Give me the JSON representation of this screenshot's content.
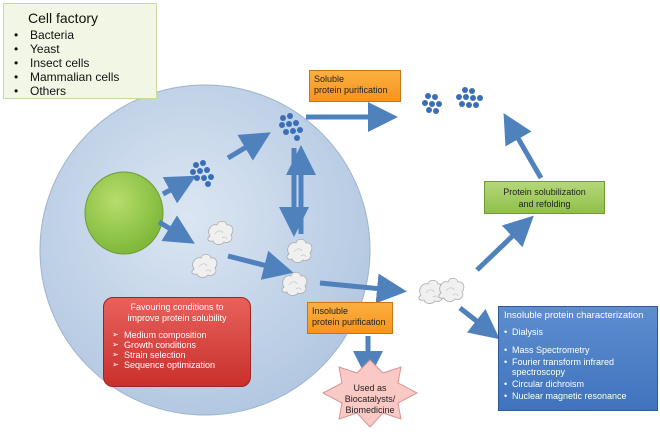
{
  "cell_factory": {
    "title": "Cell factory",
    "items": [
      "Bacteria",
      "Yeast",
      "Insect cells",
      "Mammalian cells",
      "Others"
    ]
  },
  "soluble_purification": {
    "line1": "Soluble",
    "line2": "protein purification"
  },
  "insoluble_purification": {
    "line1": "Insoluble",
    "line2": "protein purification"
  },
  "solubilization": {
    "line1": "Protein solubilization",
    "line2": "and refolding"
  },
  "characterization": {
    "title": "Insoluble protein characterization",
    "items": [
      "Dialysis",
      "Mass Spectrometry",
      "Fourier transform infrared spectroscopy",
      "Circular dichroism",
      "Nuclear magnetic resonance"
    ]
  },
  "favouring": {
    "title_line1": "Favouring conditions to",
    "title_line2": "improve protein solubility",
    "items": [
      "Medium composition",
      "Growth conditions",
      "Strain selection",
      "Sequence optimization"
    ]
  },
  "used_as": {
    "line1": "Used as",
    "line2": "Biocatalysts/",
    "line3": "Biomedicine"
  },
  "colors": {
    "cell_circle": "#b8cce4",
    "nucleus": "#8dc63f",
    "arrow": "#4f81bd",
    "protein_dots": "#3a6fb8",
    "orange_box": "#f7941d",
    "green_box": "#9bc54f",
    "blue_box": "#4a7ec4",
    "red_box": "#d9413a",
    "star": "#f9c9c6"
  }
}
